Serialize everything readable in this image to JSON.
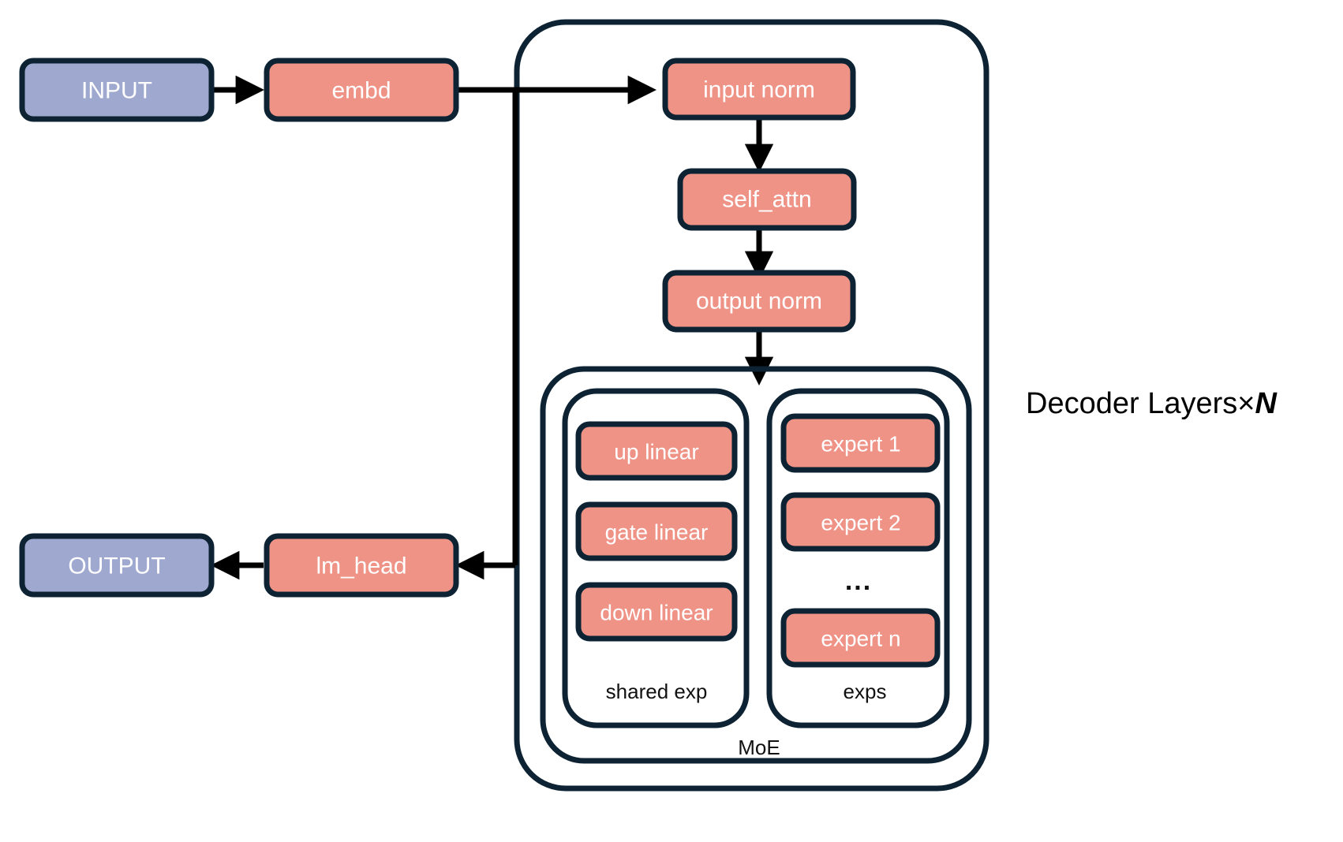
{
  "diagram": {
    "title": "Decoder Layers x N MoE transformer architecture",
    "colors": {
      "io_fill": "#9FA8CF",
      "module_fill": "#EF9387",
      "stroke": "#0D2333",
      "background": "#FFFFFF",
      "label_text": "#FFFFFF",
      "group_text": "#111111"
    },
    "nodes": {
      "input": "INPUT",
      "embd": "embd",
      "input_norm": "input norm",
      "self_attn": "self_attn",
      "output_norm": "output norm",
      "up_linear": "up linear",
      "gate_linear": "gate linear",
      "down_linear": "down linear",
      "expert_1": "expert 1",
      "expert_2": "expert 2",
      "expert_ellipsis": "...",
      "expert_n": "expert n",
      "lm_head": "lm_head",
      "output": "OUTPUT"
    },
    "groups": {
      "shared_exp": "shared exp",
      "exps": "exps",
      "moe": "MoE",
      "decoder_prefix": "Decoder Layers×",
      "decoder_count": "N"
    }
  }
}
